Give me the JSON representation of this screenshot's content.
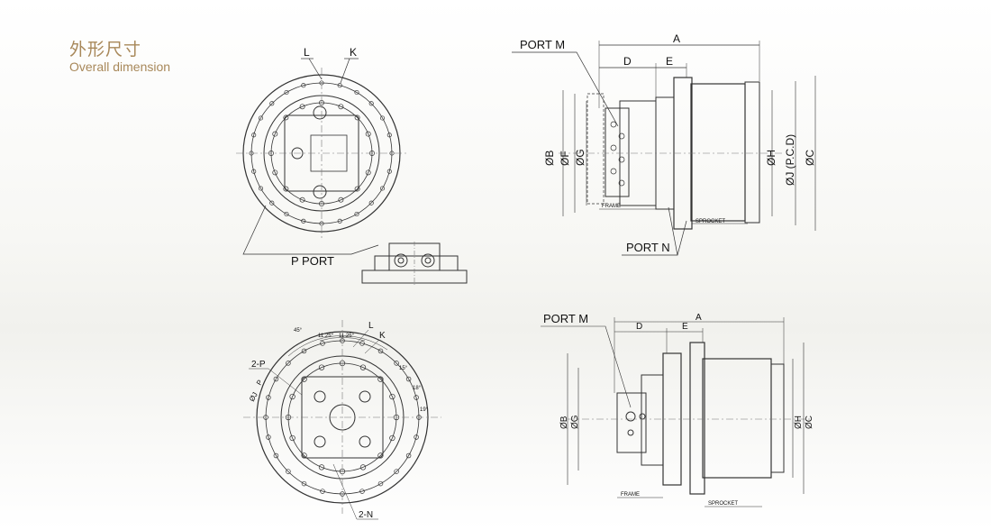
{
  "header": {
    "title_cn": "外形尺寸",
    "title_en": "Overall dimension"
  },
  "views": {
    "top_left": {
      "l": "L",
      "k": "K",
      "p_port": "P PORT"
    },
    "top_right": {
      "port_m": "PORT M",
      "port_n": "PORT N",
      "a": "A",
      "d": "D",
      "e": "E",
      "b": "ØB",
      "f": "ØF",
      "g": "ØG",
      "h": "ØH",
      "j": "ØJ (P.C.D)",
      "c": "ØC",
      "frame": "FRAME",
      "sprocket": "SPROCKET"
    },
    "bottom_left": {
      "l": "L",
      "k": "K",
      "p2": "2-P",
      "n2": "2-N",
      "p": "P",
      "j": "ØJ",
      "ang45": "45°",
      "ang11a": "11.25°",
      "ang11b": "11.25°",
      "ang15": "15°",
      "ang18": "18°",
      "ang19": "19°"
    },
    "bottom_right": {
      "port_m": "PORT M",
      "a": "A",
      "d": "D",
      "e": "E",
      "b": "ØB",
      "g": "ØG",
      "h": "ØH",
      "c": "ØC",
      "frame": "FRAME",
      "sprocket": "SPROCKET"
    }
  },
  "colors": {
    "title": "#a8885a",
    "line": "#333333"
  }
}
